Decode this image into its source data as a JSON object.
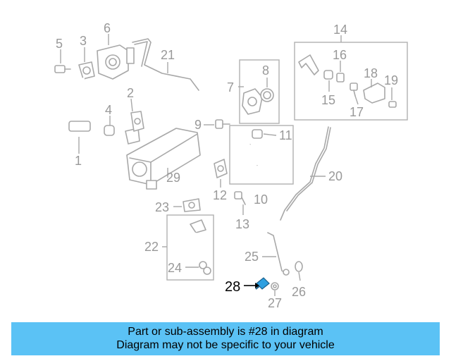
{
  "diagram": {
    "callouts": [
      "1",
      "2",
      "3",
      "4",
      "5",
      "6",
      "7",
      "8",
      "9",
      "10",
      "11",
      "12",
      "13",
      "14",
      "15",
      "16",
      "17",
      "18",
      "19",
      "20",
      "21",
      "22",
      "23",
      "24",
      "25",
      "26",
      "27",
      "29"
    ],
    "highlighted_part": "28",
    "highlight_color": "#2e9fe0",
    "line_color": "#a8a8a8"
  },
  "banner": {
    "line1": "Part or sub-assembly is #28 in diagram",
    "line2": "Diagram may not be specific to your vehicle",
    "background": "#5bc2f5"
  }
}
